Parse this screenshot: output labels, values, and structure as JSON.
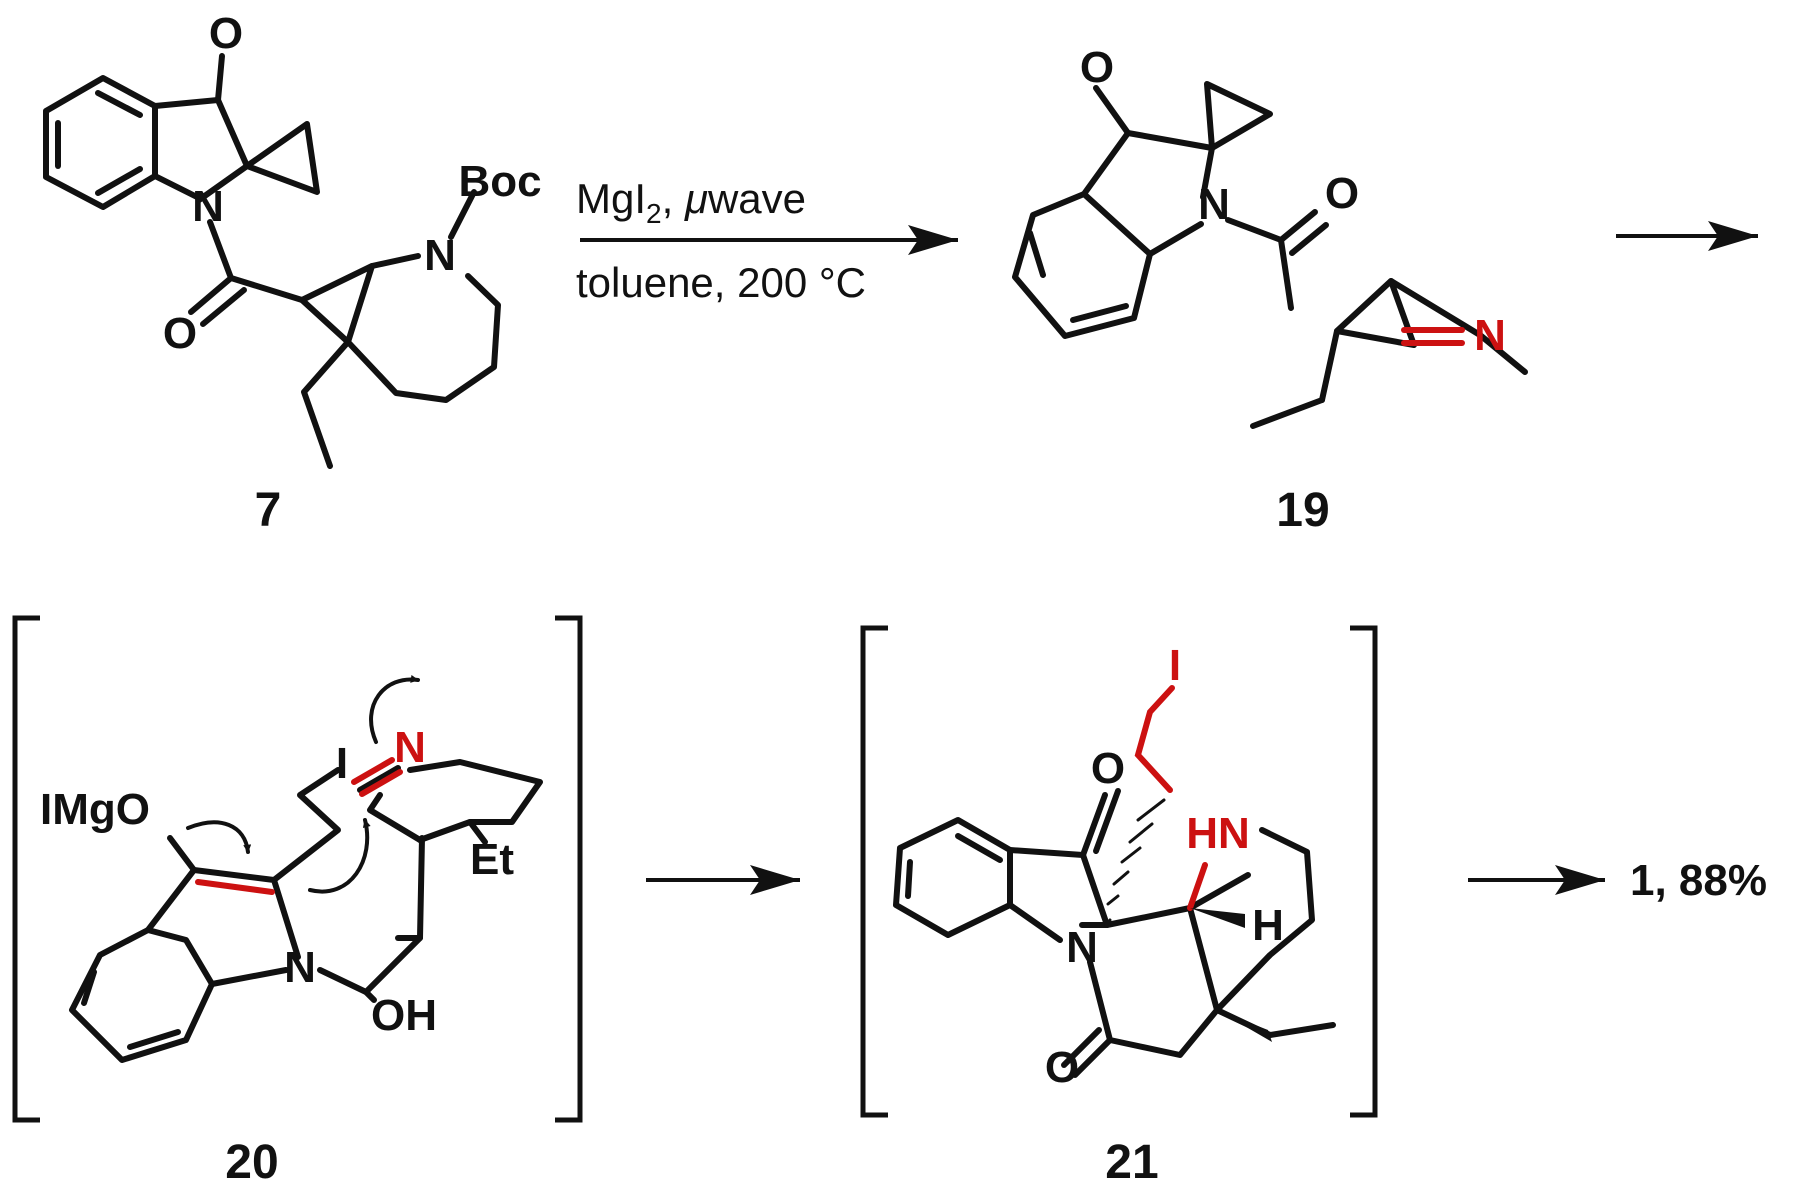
{
  "labels": {
    "boc": "Boc",
    "oxygen": "O",
    "nitrogen": "N",
    "iodine": "I",
    "hn": "HN",
    "h": "H",
    "et": "Et",
    "oh": "OH",
    "imgo": "IMgO"
  },
  "reaction": {
    "reagents": "MgI",
    "reagents_sub": "2",
    "reagents_mu": "μ",
    "reagents_rest": "wave",
    "reagents_sep": ", ",
    "conditions": "toluene, 200 °C",
    "final_product": "1, 88%"
  },
  "compounds": {
    "c7": "7",
    "c19": "19",
    "c20": "20",
    "c21": "21"
  },
  "colors": {
    "ink": "#111111",
    "highlight": "#cc1111"
  }
}
